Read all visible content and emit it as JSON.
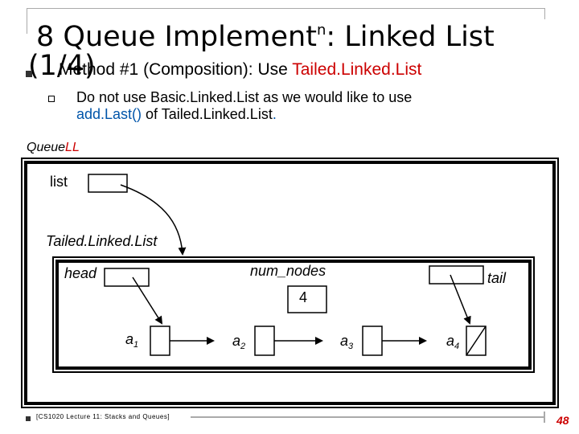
{
  "slide": {
    "title_line1": "8 Queue Implement",
    "title_sup": "n",
    "title_rest": ": Linked List",
    "title_line2": "(1/4)",
    "bullet1_pre": "Method #1 (Composition): Use ",
    "bullet1_accent": "Tailed.Linked.List",
    "bullet2_line1": "Do not use Basic.Linked.List as we would like to use",
    "bullet2_blue": "add.Last()",
    "bullet2_rest": " of Tailed.Linked.List",
    "bullet2_dot": "."
  },
  "diagram": {
    "queue_label_main": "Queue",
    "queue_label_red": "LL",
    "list_label": "list",
    "tll_label": "Tailed.Linked.List",
    "head_label": "head",
    "num_nodes_label": "num_nodes",
    "num_nodes_value": "4",
    "tail_label": "tail",
    "nodes": [
      {
        "name": "a",
        "sub": "1"
      },
      {
        "name": "a",
        "sub": "2"
      },
      {
        "name": "a",
        "sub": "3"
      },
      {
        "name": "a",
        "sub": "4"
      }
    ]
  },
  "footer": {
    "text": "[CS1020 Lecture 11: Stacks and Queues]",
    "page": "48"
  },
  "colors": {
    "accent": "#cc0000",
    "link_blue": "#0055aa",
    "rule_gray": "#aaaaaa"
  }
}
